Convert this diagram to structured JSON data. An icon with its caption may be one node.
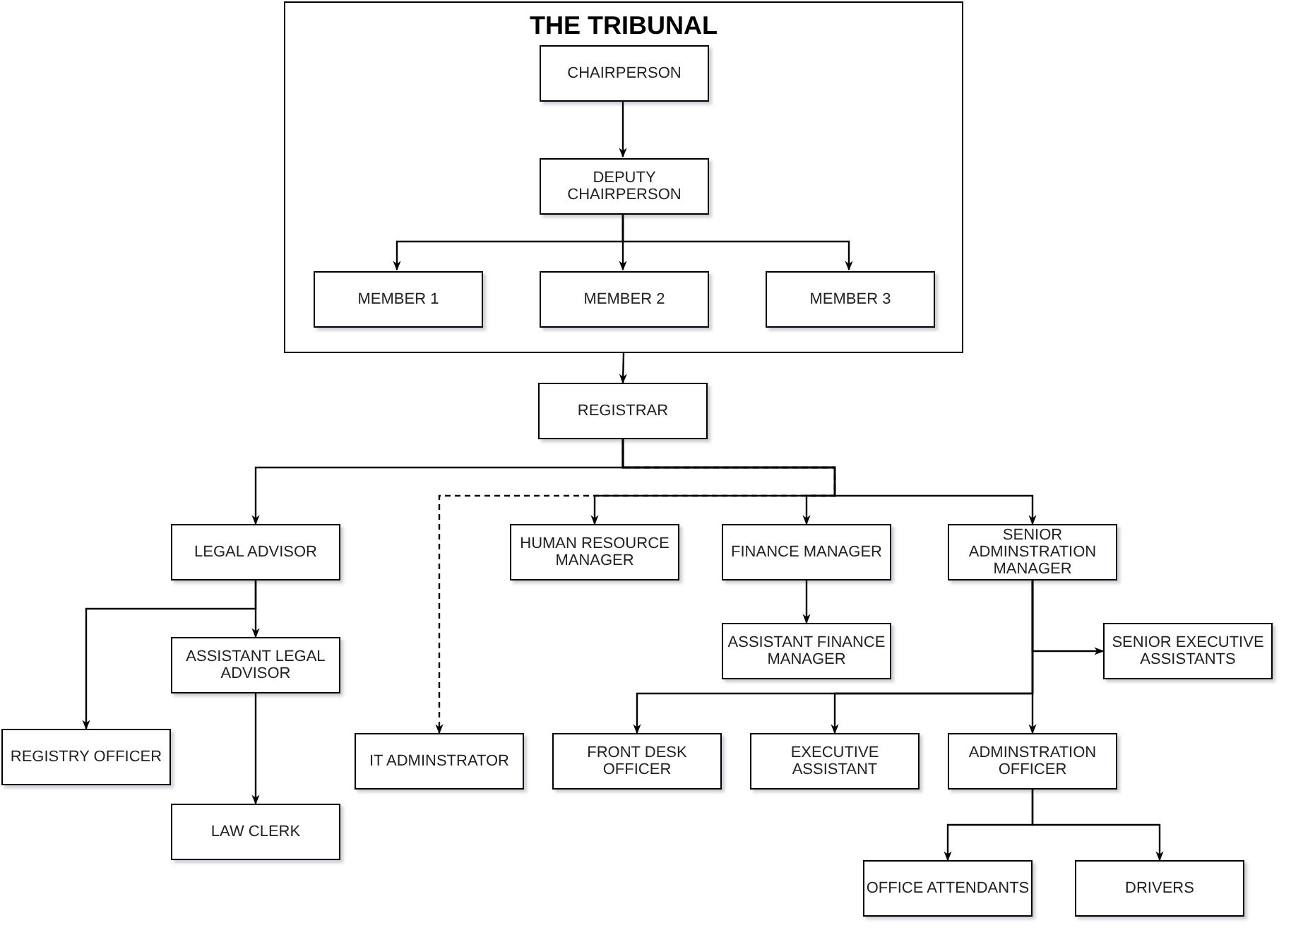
{
  "diagram": {
    "nodes": [
      {
        "text": [
          "THE TRIBUNAL"
        ]
      },
      {
        "text": [
          "CHAIRPERSON"
        ],
        "in": 0
      },
      {
        "text": [
          "DEPUTY CHAIRPERSON"
        ],
        "in": 0
      },
      {
        "text": [
          "MEMBER 1"
        ],
        "in": 0
      },
      {
        "text": [
          "MEMBER 2"
        ],
        "in": 0
      },
      {
        "text": [
          "MEMBER 3"
        ],
        "in": 0
      },
      {
        "text": [
          "REGISTRAR"
        ]
      },
      {
        "text": [
          "LEGAL ADVISOR"
        ]
      },
      {
        "text": [
          "HUMAN RESOURCE MANAGER"
        ]
      },
      {
        "text": [
          "FINANCE MANAGER"
        ]
      },
      {
        "text": [
          "SENIOR ADMINSTRATION MANAGER"
        ]
      },
      {
        "text": [
          "ASSISTANT LEGAL ADVISOR"
        ]
      },
      {
        "text": [
          "ASSISTANT FINANCE MANAGER"
        ]
      },
      {
        "text": [
          "SENIOR EXECUTIVE ASSISTANTS"
        ]
      },
      {
        "text": [
          "REGISTRY OFFICER"
        ]
      },
      {
        "text": [
          "IT ADMINSTRATOR"
        ]
      },
      {
        "text": [
          "FRONT DESK OFFICER"
        ]
      },
      {
        "text": [
          "EXECUTIVE ASSISTANT"
        ]
      },
      {
        "text": [
          "ADMINSTRATION OFFICER"
        ]
      },
      {
        "text": [
          "LAW CLERK"
        ]
      },
      {
        "text": [
          "OFFICE ATTENDANTS"
        ]
      },
      {
        "text": [
          "DRIVERS"
        ]
      }
    ],
    "edges": [
      {
        "from": 1,
        "to": 2,
        "arrow": "to"
      },
      {
        "from": 2,
        "to": 3,
        "arrow": "to"
      },
      {
        "from": 2,
        "to": 4,
        "arrow": "to"
      },
      {
        "from": 2,
        "to": 5,
        "arrow": "to"
      },
      {
        "from": 0,
        "to": 6,
        "arrow": "to"
      },
      {
        "from": 6,
        "to": 7,
        "arrow": "to"
      },
      {
        "from": 6,
        "to": 8,
        "arrow": "to"
      },
      {
        "from": 6,
        "to": 9,
        "arrow": "to"
      },
      {
        "from": 6,
        "to": 10,
        "arrow": "to"
      },
      {
        "from": 6,
        "to": 15,
        "arrow": "to",
        "style": "dashed"
      },
      {
        "from": 7,
        "to": 11,
        "arrow": "to"
      },
      {
        "from": 7,
        "to": 14,
        "arrow": "to"
      },
      {
        "from": 11,
        "to": 19,
        "arrow": "to"
      },
      {
        "from": 9,
        "to": 12,
        "arrow": "to"
      },
      {
        "from": 10,
        "to": 13,
        "arrow": "to"
      },
      {
        "from": 10,
        "to": 16,
        "arrow": "to"
      },
      {
        "from": 10,
        "to": 17,
        "arrow": "to"
      },
      {
        "from": 10,
        "to": 18,
        "arrow": "to"
      },
      {
        "from": 18,
        "to": 20,
        "arrow": "to"
      },
      {
        "from": 18,
        "to": 21,
        "arrow": "to"
      }
    ]
  }
}
